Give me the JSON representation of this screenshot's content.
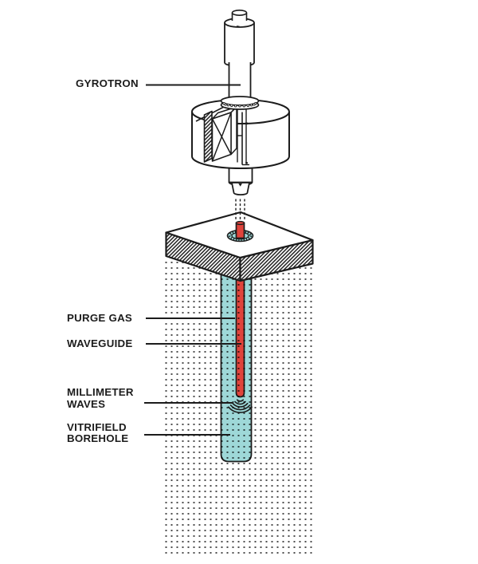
{
  "figure": {
    "type": "technical-illustration",
    "subject": "Gyrotron millimeter-wave drilling system cross-section"
  },
  "annotations": {
    "gyrotron": {
      "label": "GYROTRON"
    },
    "purge_gas": {
      "label": "PURGE GAS"
    },
    "waveguide": {
      "label": "WAVEGUIDE"
    },
    "millimeter_waves": {
      "line1": "MILLIMETER",
      "line2": "WAVES"
    },
    "vitrifield_borehole": {
      "line1": "VITRIFIELD",
      "line2": "BOREHOLE"
    }
  },
  "colors": {
    "line": "#1c1c1c",
    "waveguide_red": "#e0443c",
    "borehole_teal": "#9ed8d8",
    "dot": "#4f4f4f",
    "background": "#ffffff"
  }
}
